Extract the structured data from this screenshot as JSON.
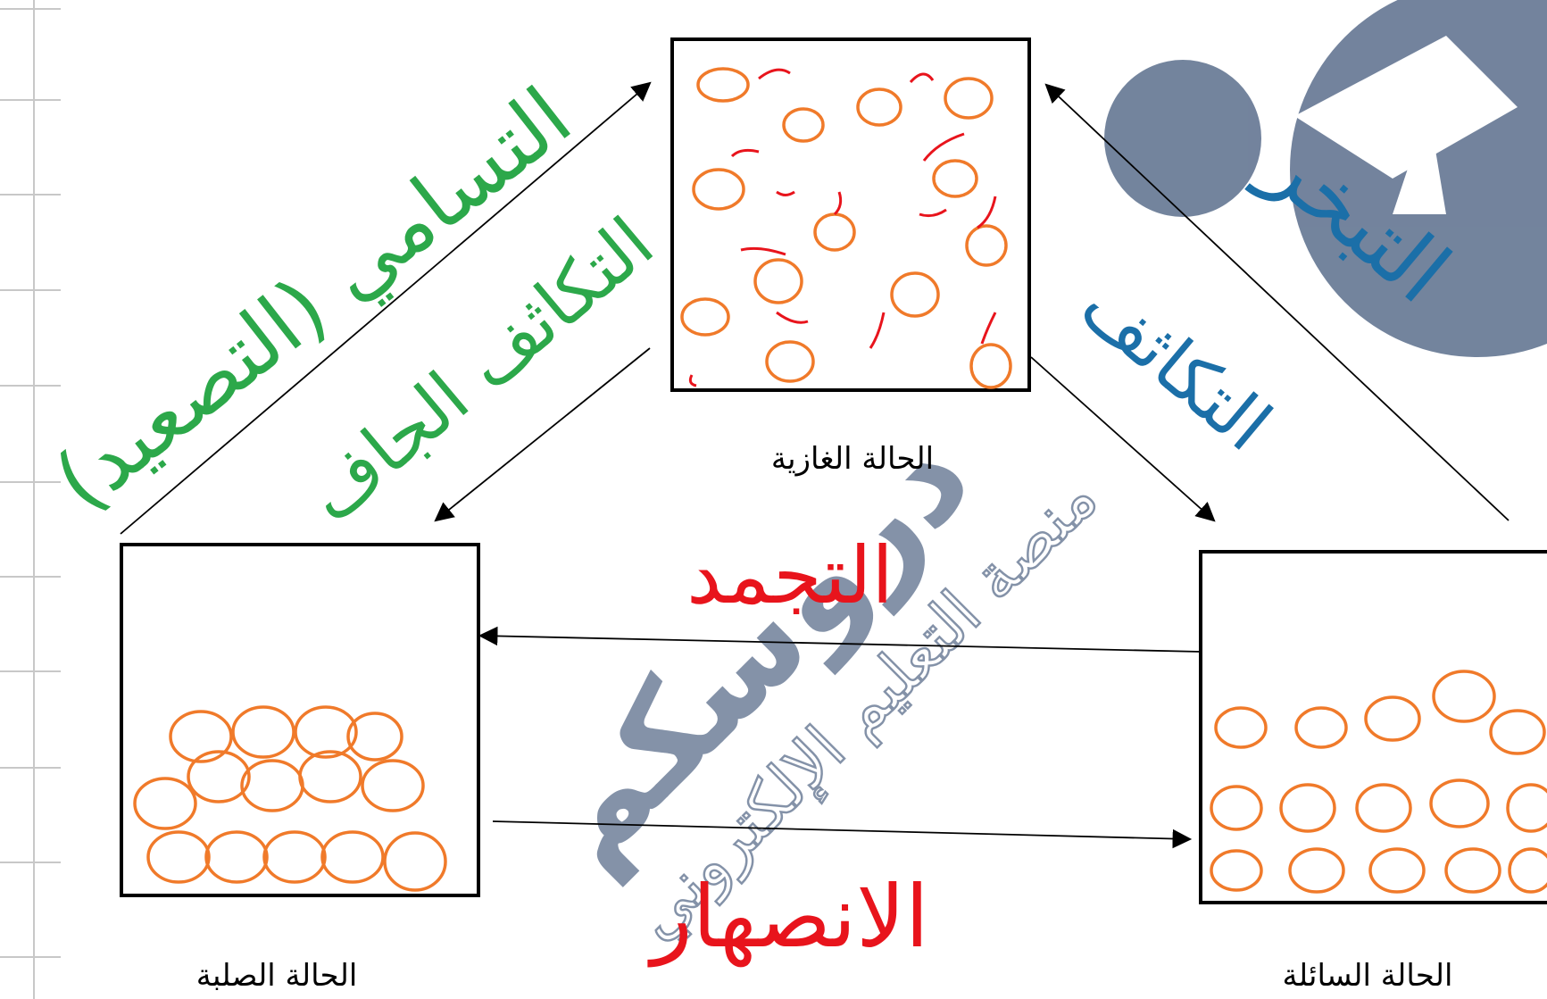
{
  "states": {
    "gas": {
      "label": "الحالة الغازية"
    },
    "solid": {
      "label": "الحالة الصلبة"
    },
    "liquid": {
      "label": "الحالة السائلة"
    }
  },
  "annotations": {
    "sublimation": "التسامي (التصعيد)",
    "deposition": "التكاثف الجاف",
    "evaporation": "التبخر",
    "condensation": "التكاثف",
    "freezing": "التجمد",
    "melting": "الانصهار"
  },
  "colors": {
    "particle": "#f07a2a",
    "motion_arrow": "#e8141c",
    "green_ink": "#2ca84a",
    "blue_ink": "#1b6fa8",
    "red_ink": "#e8141c",
    "watermark": "#5b6e8c"
  },
  "watermark": {
    "brand": "دروسكم",
    "tagline": "منصة التعليم الإلكتروني"
  }
}
